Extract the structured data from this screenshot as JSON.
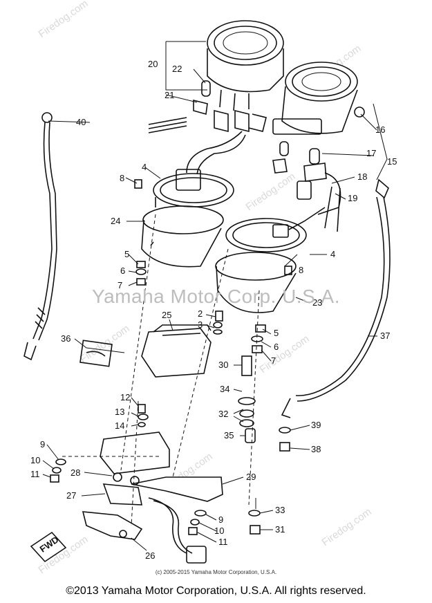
{
  "watermark": {
    "center": "Yamaha Motor Corp. U.S.A.",
    "tile": "Firedog.com"
  },
  "copyright": {
    "small": "(c) 2005-2015 Yamaha Motor Corporation, U.S.A.",
    "main": "©2013 Yamaha Motor Corporation, U.S.A. All rights reserved."
  },
  "callouts": [
    {
      "id": "c20",
      "text": "20"
    },
    {
      "id": "c22",
      "text": "22"
    },
    {
      "id": "c21",
      "text": "21"
    },
    {
      "id": "c40",
      "text": "40"
    },
    {
      "id": "c16",
      "text": "16"
    },
    {
      "id": "c17",
      "text": "17"
    },
    {
      "id": "c15",
      "text": "15"
    },
    {
      "id": "c4a",
      "text": "4"
    },
    {
      "id": "c8a",
      "text": "8"
    },
    {
      "id": "c18",
      "text": "18"
    },
    {
      "id": "c19",
      "text": "19"
    },
    {
      "id": "c24",
      "text": "24"
    },
    {
      "id": "c4b",
      "text": "4"
    },
    {
      "id": "c5a",
      "text": "5"
    },
    {
      "id": "c8b",
      "text": "8"
    },
    {
      "id": "c6a",
      "text": "6"
    },
    {
      "id": "c7a",
      "text": "7"
    },
    {
      "id": "c23",
      "text": "23"
    },
    {
      "id": "c25",
      "text": "25"
    },
    {
      "id": "c2",
      "text": "2"
    },
    {
      "id": "c3",
      "text": "3"
    },
    {
      "id": "c5b",
      "text": "5"
    },
    {
      "id": "c37",
      "text": "37"
    },
    {
      "id": "c36",
      "text": "36"
    },
    {
      "id": "c6b",
      "text": "6"
    },
    {
      "id": "c7b",
      "text": "7"
    },
    {
      "id": "c30",
      "text": "30"
    },
    {
      "id": "c34",
      "text": "34"
    },
    {
      "id": "c12",
      "text": "12"
    },
    {
      "id": "c13",
      "text": "13"
    },
    {
      "id": "c32",
      "text": "32"
    },
    {
      "id": "c14",
      "text": "14"
    },
    {
      "id": "c39",
      "text": "39"
    },
    {
      "id": "c35",
      "text": "35"
    },
    {
      "id": "c9a",
      "text": "9"
    },
    {
      "id": "c38",
      "text": "38"
    },
    {
      "id": "c10a",
      "text": "10"
    },
    {
      "id": "c11a",
      "text": "11"
    },
    {
      "id": "c28",
      "text": "28"
    },
    {
      "id": "c29",
      "text": "29"
    },
    {
      "id": "c27",
      "text": "27"
    },
    {
      "id": "c33",
      "text": "33"
    },
    {
      "id": "c9b",
      "text": "9"
    },
    {
      "id": "c10b",
      "text": "10"
    },
    {
      "id": "c31",
      "text": "31"
    },
    {
      "id": "c11b",
      "text": "11"
    },
    {
      "id": "c26",
      "text": "26"
    }
  ],
  "fwd_label": "FWD"
}
